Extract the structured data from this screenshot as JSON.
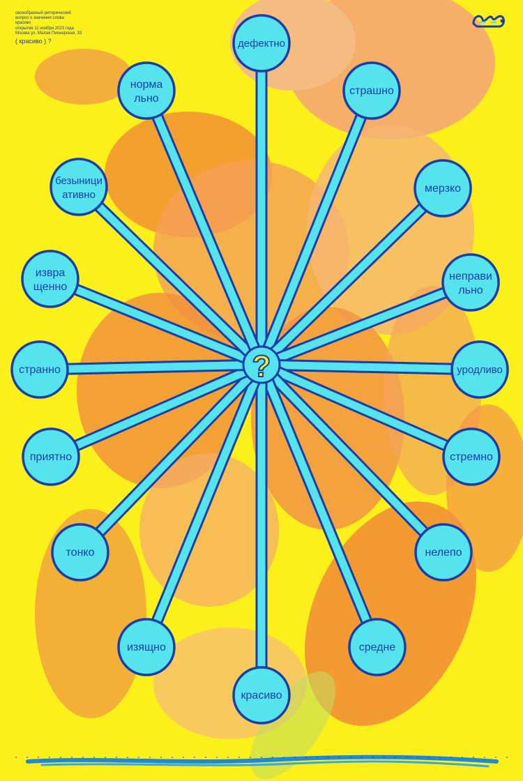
{
  "info": {
    "lines": [
      "своеобразный риторический",
      "вопрос о значении слова",
      "красиво",
      "открытие 11 ноября 2023 года",
      "Москва ул. Малая Пионерская, 33"
    ],
    "tag": "( красиво ) ?"
  },
  "center_symbol": "?",
  "words": [
    "дефектно",
    "страшно",
    "мерзко",
    "неправи|льно",
    "уродливо",
    "стремно",
    "нелепо",
    "средне",
    "красиво",
    "изящно",
    "тонко",
    "приятно",
    "странно",
    "извра|щенно",
    "безыници|ативно",
    "норма|льно"
  ],
  "colors": {
    "background": "#fbf01a",
    "circle_fill": "#55e4ee",
    "outline": "#1b3da8",
    "blob_orange": "#f07c38",
    "blob_light": "#f6a870"
  }
}
